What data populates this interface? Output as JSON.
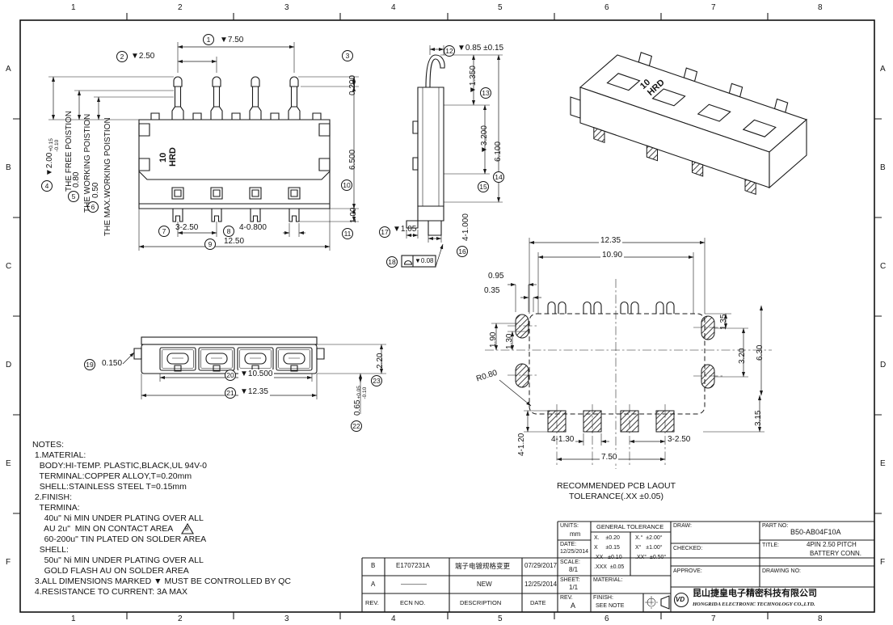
{
  "sheet": {
    "grid_cols": [
      "1",
      "2",
      "3",
      "4",
      "5",
      "6",
      "7",
      "8"
    ],
    "grid_rows": [
      "A",
      "B",
      "C",
      "D",
      "E",
      "F"
    ]
  },
  "balloons": [
    "1",
    "2",
    "3",
    "4",
    "5",
    "6",
    "7",
    "8",
    "9",
    "10",
    "11",
    "12",
    "13",
    "14",
    "15",
    "16",
    "17",
    "18",
    "19",
    "20",
    "21",
    "22",
    "23"
  ],
  "front_view": {
    "marking_line1": "10",
    "marking_line2": "HRD",
    "dim_pitch_total": "▼7.50",
    "dim_pitch": "▼2.50",
    "dim_contact_t": "0.200",
    "dim_height": "6.500",
    "dim_tail": "1.00",
    "dim_width": "12.50",
    "dim_tail_pitch": "3-2.50",
    "dim_tail_w": "4-0.800",
    "dim_free": "▼2.00",
    "dim_free_tol_plus": "+0.15",
    "dim_free_tol_minus": "-0.10",
    "label_free": "THE FREE POISTION",
    "dim_working": "0.80",
    "label_working": "THE WORKING POISTION",
    "dim_max_working": "0.50",
    "label_max_working": "THE MAX.WORKING POISTION"
  },
  "side_view": {
    "dim_contact_w": "▼0.85 ±0.15",
    "dim_1350": "▼1.350",
    "dim_3200": "▼3.200",
    "dim_6100": "6.100",
    "dim_tails": "4-1.000",
    "dim_105": "▼1.05",
    "flatness_value": "▼0.08"
  },
  "bottom_view": {
    "dim_0150": "0.150",
    "dim_10500": "▼10.500",
    "dim_1235": "▼12.35",
    "dim_220": "2.20",
    "dim_065": "0.65",
    "dim_065_tol_plus": "+0.05",
    "dim_065_tol_minus": "-0.10"
  },
  "pcb_layout": {
    "dim_1235": "12.35",
    "dim_1090": "10.90",
    "dim_095": "0.95",
    "dim_035": "0.35",
    "dim_135": "1.35",
    "dim_320": "3.20",
    "dim_630": "6.30",
    "dim_190": "1.90",
    "dim_130": "1.30",
    "dim_r080": "R0.80",
    "dim_4120": "4-1.20",
    "dim_4130": "4-1.30",
    "dim_750": "7.50",
    "dim_3250": "3-2.50",
    "dim_315": "3.15",
    "caption_line1": "RECOMMENDED PCB LAOUT",
    "caption_line2": "TOLERANCE(.XX ±0.05)"
  },
  "notes": {
    "lines": [
      "NOTES:",
      " 1.MATERIAL:",
      "   BODY:HI-TEMP. PLASTIC,BLACK,UL 94V-0",
      "   TERMINAL:COPPER ALLOY,T=0.20mm",
      "   SHELL:STAINLESS STEEL T=0.15mm",
      " 2.FINISH:",
      "   TERMINA:",
      "     40u\" Ni MIN UNDER PLATING OVER ALL",
      "     AU 2u\"  MIN ON CONTACT AREA",
      "     60-200u\" TIN PLATED ON SOLDER AREA",
      "   SHELL:",
      "     50u\" Ni MIN UNDER PLATING OVER ALL",
      "     GOLD FLASH AU ON SOLDER AREA",
      " 3.ALL DIMENSIONS MARKED ▼ MUST BE CONTROLLED BY QC",
      " 4.RESISTANCE TO CURRENT: 3A MAX"
    ],
    "rev_flag": "B"
  },
  "title_block": {
    "revisions": {
      "header": {
        "rev": "REV.",
        "ecn": "ECN NO.",
        "description": "DESCRIPTION",
        "date": "DATE"
      },
      "rows": [
        {
          "rev": "B",
          "ecn": "E1707231A",
          "description": "端子电镀规格变更",
          "date": "07/29/2017"
        },
        {
          "rev": "A",
          "ecn": "————",
          "description": "NEW",
          "date": "12/25/2014"
        }
      ]
    },
    "units_label": "UNITS:",
    "units_value": "mm",
    "date_label": "DATE:",
    "date_value": "12/25/2014",
    "scale_label": "SCALE:",
    "scale_value": "8/1",
    "sheet_label": "SHEET:",
    "sheet_value": "1/1",
    "rev_label": "REV.",
    "rev_value": "A",
    "tolerance": {
      "header": "GENERAL TOLERANCE",
      "rows_linear": [
        "X.    ±0.20",
        "X     ±0.15",
        ".XX   ±0.10",
        ".XXX  ±0.05"
      ],
      "rows_angular": [
        "X.°  ±2.00°",
        "X°   ±1.00°",
        ".XX°  ±0.50°"
      ]
    },
    "material_label": "MATERIAL:",
    "finish_label": "FINISH:",
    "finish_value": "SEE NOTE",
    "draw_label": "DRAW:",
    "checked_label": "CHECKED:",
    "approve_label": "APPROVE:",
    "part_no_label": "PART NO:",
    "part_no_value": "B50-AB04F10A",
    "title_label": "TITLE:",
    "title_value_line1": "4PIN 2.50 PITCH",
    "title_value_line2": "BATTERY CONN.",
    "drawing_no_label": "DRAWING NO:",
    "logo_text": "VD",
    "company_cn": "昆山捷皇电子精密科技有限公司",
    "company_en": "HONGRIDA ELECTRONIC TECHNOLOGY CO.,LTD."
  }
}
